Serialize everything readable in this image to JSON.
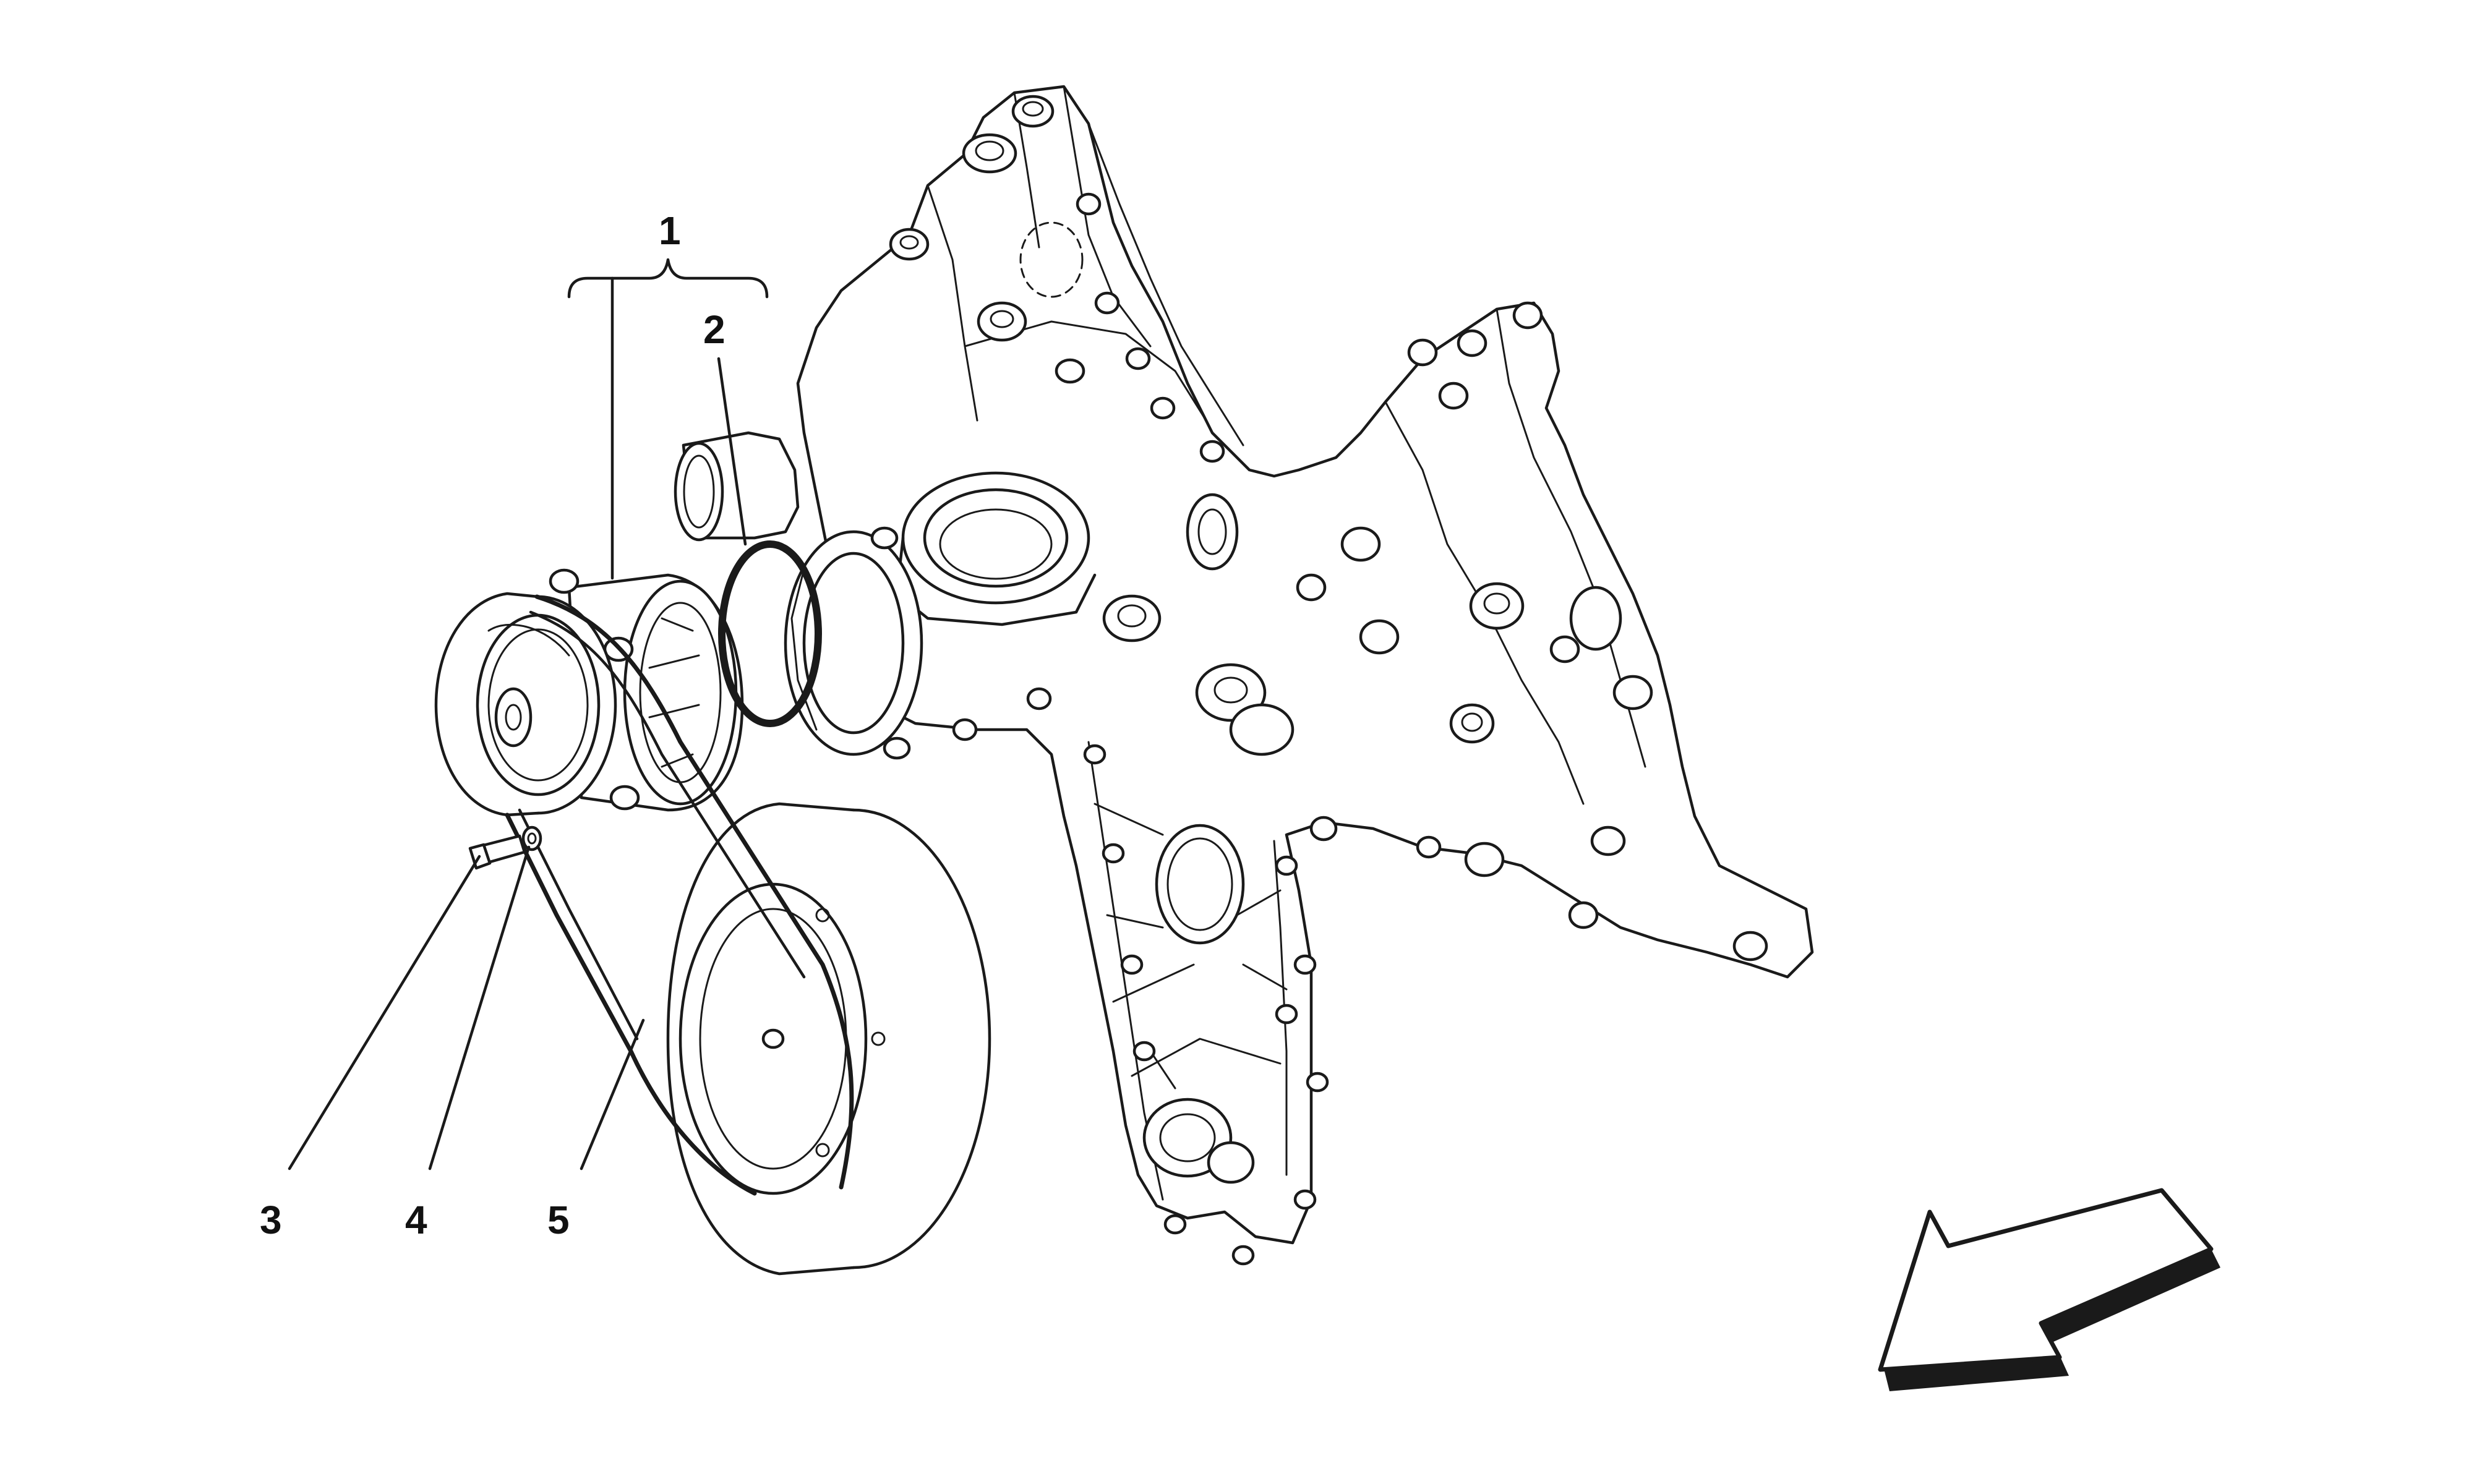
{
  "callouts": [
    {
      "id": "1",
      "label": "1"
    },
    {
      "id": "2",
      "label": "2"
    },
    {
      "id": "3",
      "label": "3"
    },
    {
      "id": "4",
      "label": "4"
    },
    {
      "id": "5",
      "label": "5"
    }
  ],
  "colors": {
    "line": "#1a1a1a",
    "background": "#ffffff",
    "text": "#111111"
  },
  "icons": {
    "direction_arrow": "arrow-down-left-icon"
  }
}
